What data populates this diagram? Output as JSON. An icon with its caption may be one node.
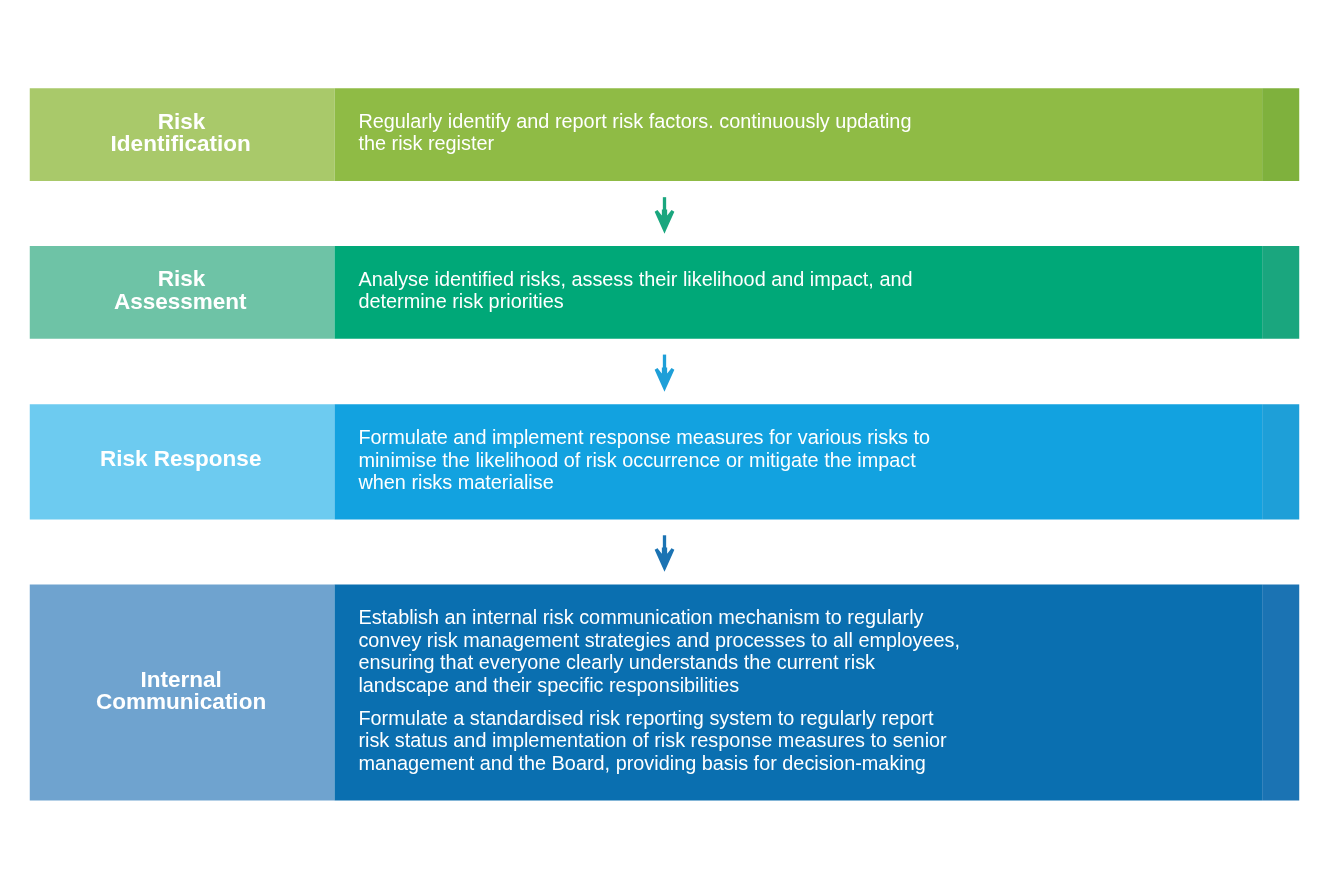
{
  "diagram": {
    "nodes": [
      {
        "text": [
          "Risk Identification",
          "Regularly identify and report risk factors. continuously updating the risk register"
        ]
      },
      {
        "text": [
          "Risk Assessment",
          "Analyse identified risks, assess their likelihood and impact, and determine risk priorities"
        ]
      },
      {
        "text": [
          "Risk Response",
          "Formulate and implement response measures for various risks to minimise the likelihood of risk occurrence or mitigate the impact when risks materialise"
        ]
      },
      {
        "text": [
          "Internal Communication",
          "Establish an internal risk communication mechanism to regularly convey risk management strategies and processes to all employees, ensuring that everyone clearly understands the current risk landscape and their specific responsibilities",
          "Formulate a standardised risk reporting system to regularly report risk status and implementation of risk response measures to senior management and the Board, providing basis for decision-making"
        ]
      }
    ],
    "edges": [
      {
        "from": 0,
        "to": 1,
        "arrow": "to"
      },
      {
        "from": 1,
        "to": 2,
        "arrow": "to"
      },
      {
        "from": 2,
        "to": 3,
        "arrow": "to"
      }
    ]
  }
}
